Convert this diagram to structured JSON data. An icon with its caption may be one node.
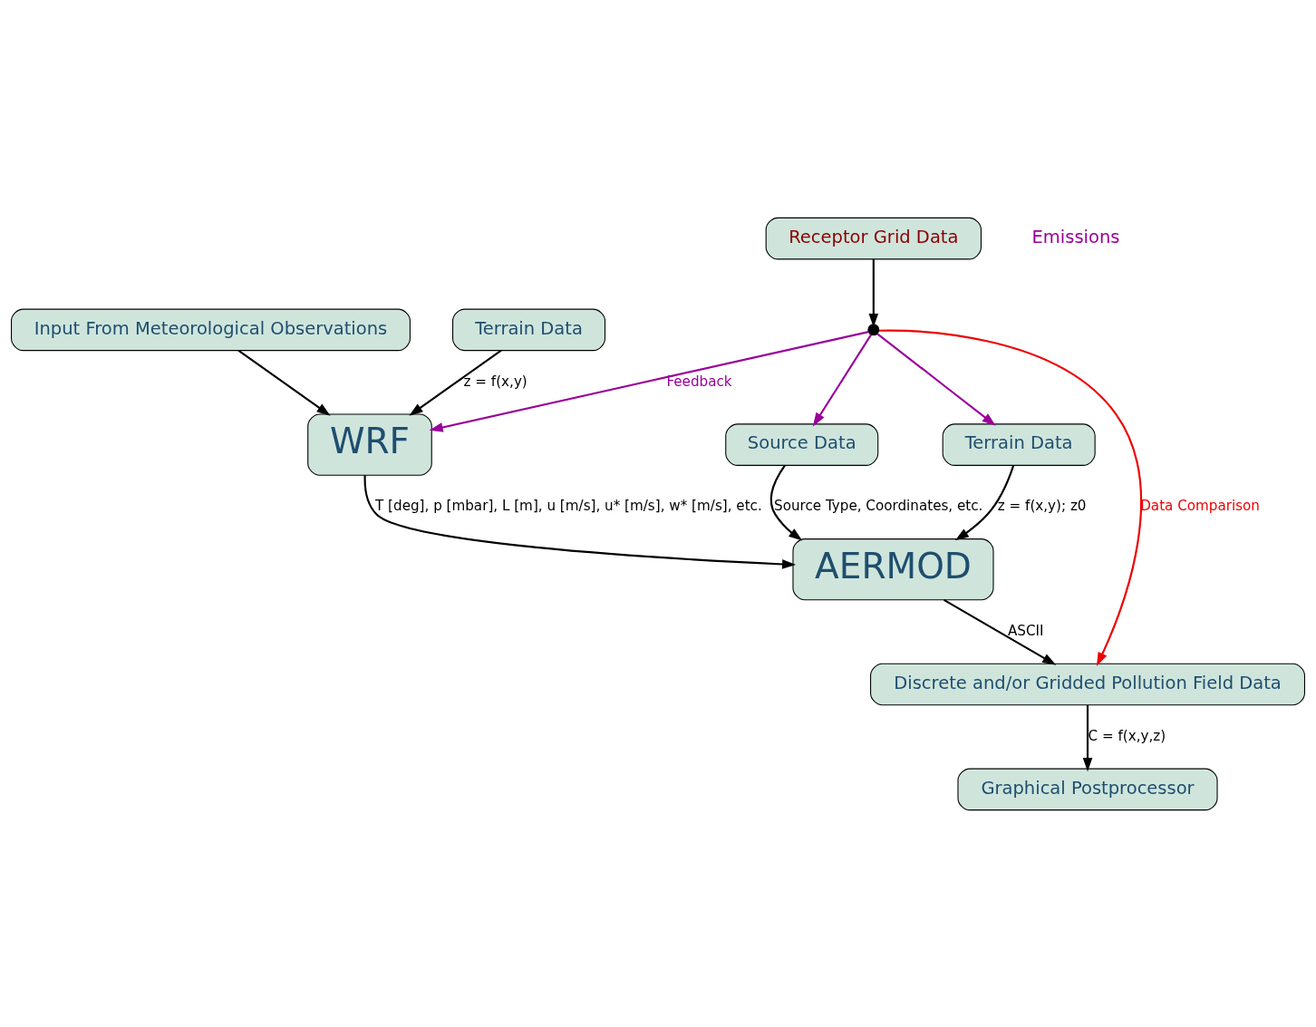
{
  "diagram": {
    "nodes": [
      {
        "text": [
          "Input From Meteorological Observations"
        ]
      },
      {
        "text": [
          "WRF"
        ]
      },
      {
        "text": [
          "Terrain Data"
        ]
      },
      {
        "text": [
          "Source Data"
        ]
      },
      {
        "text": [
          "AERMOD"
        ]
      },
      {
        "text": [
          "Discrete and/or Gridded Pollution Field Data"
        ]
      },
      {
        "text": [
          "Terrain Data"
        ]
      },
      {
        "text": [
          "Receptor Grid Data"
        ]
      },
      {
        "text": [
          "Graphical Postprocessor"
        ]
      },
      {
        "text": [],
        "shape": "circle"
      }
    ],
    "edges": [
      {
        "from": 0,
        "to": 1,
        "arrow": "to"
      },
      {
        "from": 2,
        "to": 1,
        "arrow": "to",
        "label": "z = f(x,y)"
      },
      {
        "from": 1,
        "to": 4,
        "arrow": "to",
        "label": "T [deg], p [mbar], L [m], u [m/s], u* [m/s], w* [m/s], etc."
      },
      {
        "from": 3,
        "to": 4,
        "arrow": "to",
        "label": "Source Type, Coordinates, etc."
      },
      {
        "from": 6,
        "to": 4,
        "arrow": "to",
        "label": "z = f(x,y); z0"
      },
      {
        "from": 4,
        "to": 5,
        "arrow": "to",
        "label": "ASCII"
      },
      {
        "from": 5,
        "to": 8,
        "arrow": "to",
        "label": "C = f(x,y,z)"
      },
      {
        "from": 7,
        "to": 9,
        "arrow": "to"
      },
      {
        "from": 9,
        "to": 5,
        "arrow": "to",
        "label": "Data Comparison",
        "color": "#ee0000"
      },
      {
        "from": 9,
        "to": 1,
        "arrow": "to",
        "label": "Feedback",
        "color": "#990099"
      },
      {
        "from": 9,
        "to": 3,
        "arrow": "to",
        "color": "#990099"
      },
      {
        "from": 9,
        "to": 6,
        "arrow": "to",
        "color": "#990099"
      }
    ],
    "labels": [
      "Emissions"
    ]
  }
}
